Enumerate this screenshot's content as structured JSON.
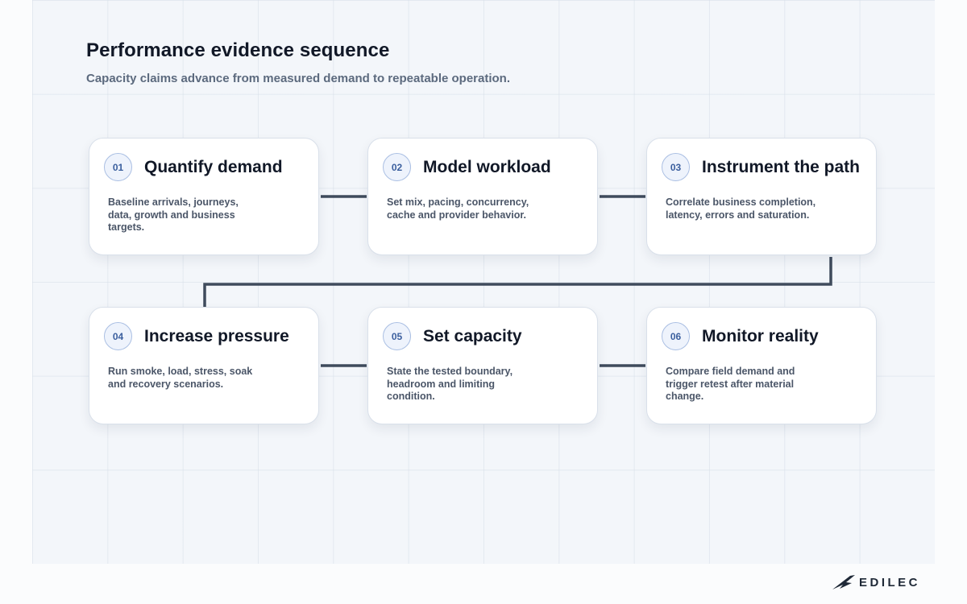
{
  "header": {
    "title": "Performance evidence sequence",
    "subtitle": "Capacity claims advance from measured demand to repeatable operation."
  },
  "steps": [
    {
      "number": "01",
      "title": "Quantify demand",
      "description": "Baseline arrivals, journeys, data, growth and business targets."
    },
    {
      "number": "02",
      "title": "Model workload",
      "description": "Set mix, pacing, concurrency, cache and provider behavior."
    },
    {
      "number": "03",
      "title": "Instrument the path",
      "description": "Correlate business completion, latency, errors and saturation."
    },
    {
      "number": "04",
      "title": "Increase pressure",
      "description": "Run smoke, load, stress, soak and recovery scenarios."
    },
    {
      "number": "05",
      "title": "Set capacity",
      "description": "State the tested boundary, headroom and limiting condition."
    },
    {
      "number": "06",
      "title": "Monitor reality",
      "description": "Compare field demand and trigger retest after material change."
    }
  ],
  "brand": {
    "name": "EDILEC"
  },
  "colors": {
    "connector": "#3f4b5c",
    "badge_text": "#3b5f9e",
    "badge_border": "#aabfe3"
  }
}
